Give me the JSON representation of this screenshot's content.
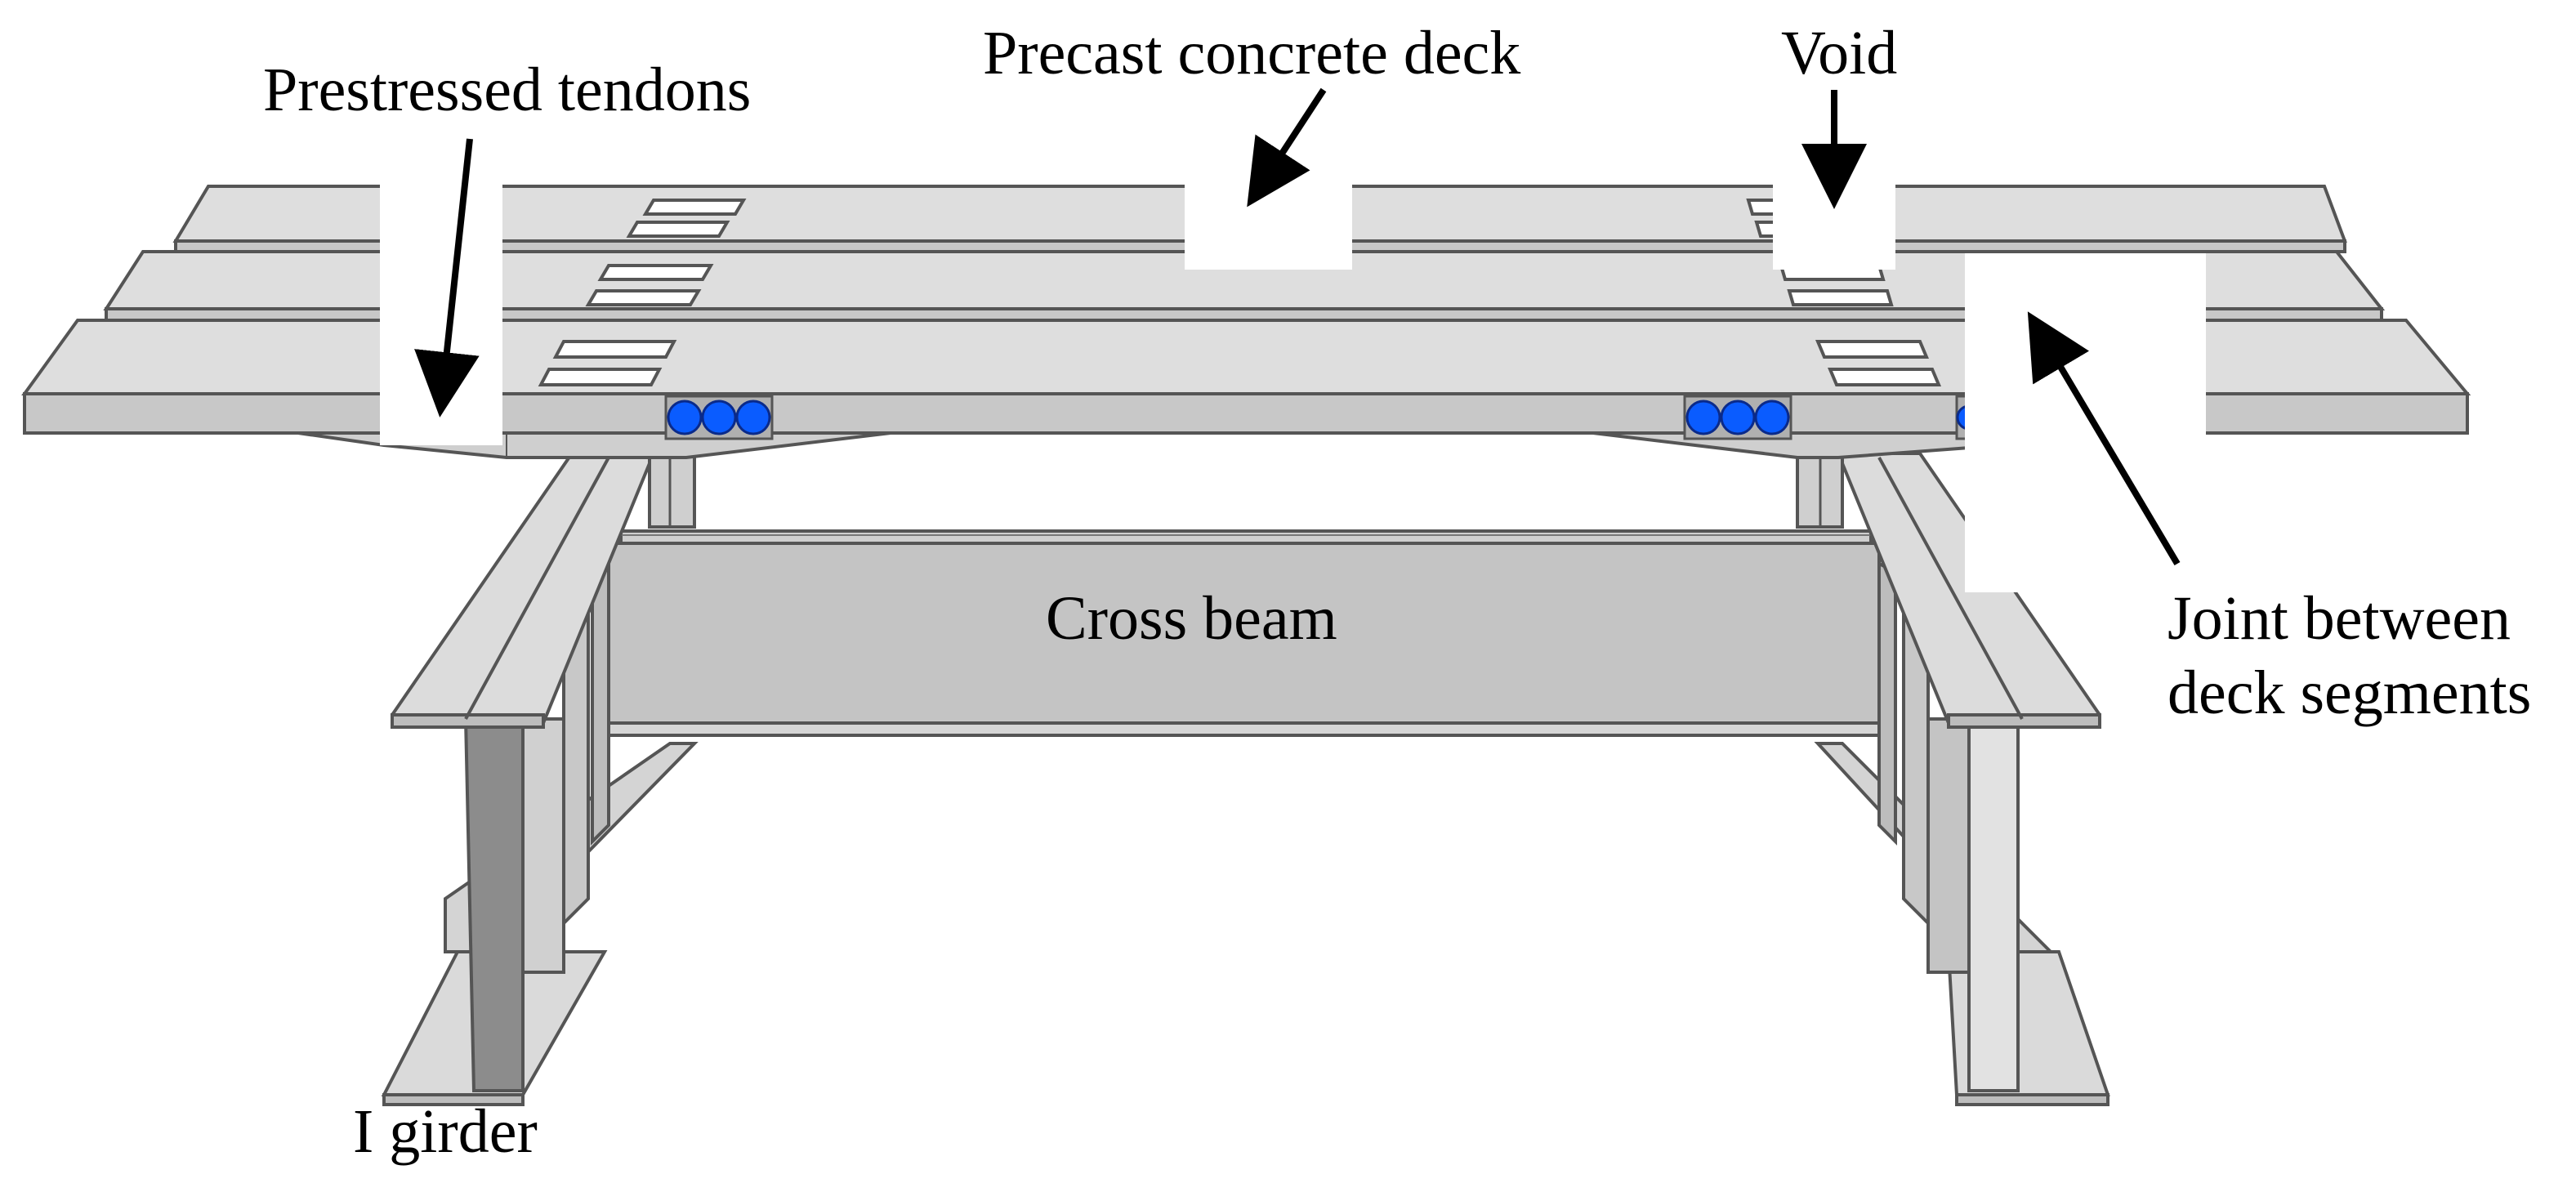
{
  "labels": {
    "prestressed_tendons": "Prestressed tendons",
    "precast_concrete_deck": "Precast concrete deck",
    "void": "Void",
    "joint_line1": "Joint between",
    "joint_line2": "deck segments",
    "cross_beam": "Cross beam",
    "i_girder": "I girder"
  },
  "colors": {
    "deck_top": "#dedede",
    "deck_side": "#c8c8c8",
    "steel_light": "#d9d9d9",
    "steel_mid": "#c4c4c4",
    "steel_dark": "#8c8c8c",
    "outline": "#555555",
    "tendon": "#0a5cff",
    "tendon_edge": "#0a2a8a",
    "arrow": "#000000"
  },
  "tendon_groups": 3,
  "tendons_per_group": 3
}
